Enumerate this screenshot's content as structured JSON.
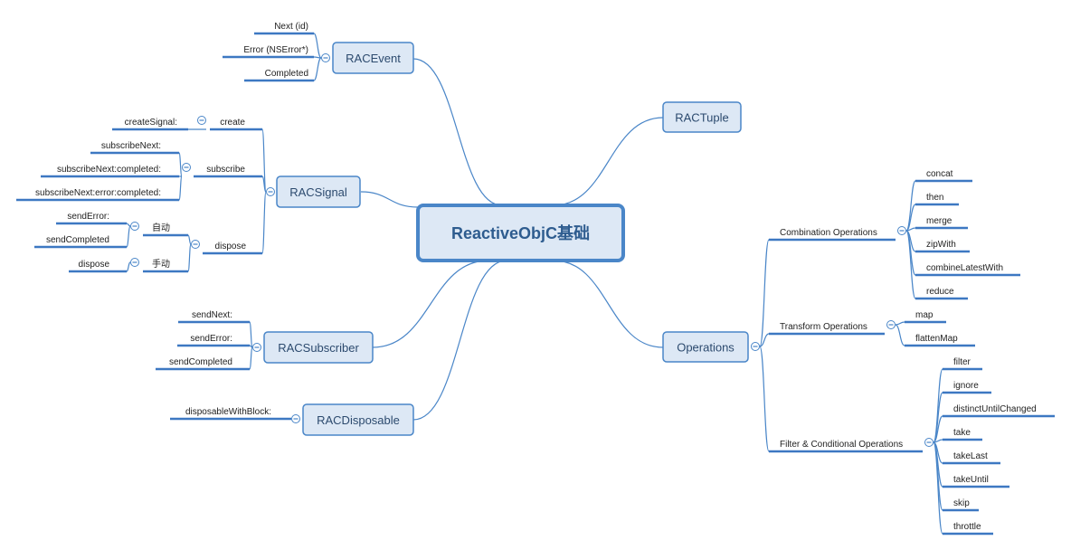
{
  "root": "ReactiveObjC基础",
  "colors": {
    "accent": "#4a86c8",
    "box_fill": "#dde8f5",
    "text": "#2c4a6e"
  },
  "icons": {
    "toggle": "collapse-circle-minus-icon"
  },
  "branches": {
    "racevent": {
      "label": "RACEvent",
      "children": [
        "Next (id)",
        "Error (NSError*)",
        "Completed"
      ]
    },
    "racsignal": {
      "label": "RACSignal",
      "create": {
        "label": "create",
        "children": [
          "createSignal:"
        ]
      },
      "subscribe": {
        "label": "subscribe",
        "children": [
          "subscribeNext:",
          "subscribeNext:completed:",
          "subscribeNext:error:completed:"
        ]
      },
      "dispose": {
        "label": "dispose",
        "auto": {
          "label": "自动",
          "children": [
            "sendError:",
            "sendCompleted"
          ]
        },
        "manual": {
          "label": "手动",
          "children": [
            "dispose"
          ]
        }
      }
    },
    "racsubscriber": {
      "label": "RACSubscriber",
      "children": [
        "sendNext:",
        "sendError:",
        "sendCompleted"
      ]
    },
    "racdisposable": {
      "label": "RACDisposable",
      "children": [
        "disposableWithBlock:"
      ]
    },
    "ractuple": {
      "label": "RACTuple"
    },
    "operations": {
      "label": "Operations",
      "combination": {
        "label": "Combination Operations",
        "children": [
          "concat",
          "then",
          "merge",
          "zipWith",
          "combineLatestWith",
          "reduce"
        ]
      },
      "transform": {
        "label": "Transform Operations",
        "children": [
          "map",
          "flattenMap"
        ]
      },
      "filter": {
        "label": "Filter & Conditional Operations",
        "children": [
          "filter",
          "ignore",
          "distinctUntilChanged",
          "take",
          "takeLast",
          "takeUntil",
          "skip",
          "throttle"
        ]
      }
    }
  }
}
